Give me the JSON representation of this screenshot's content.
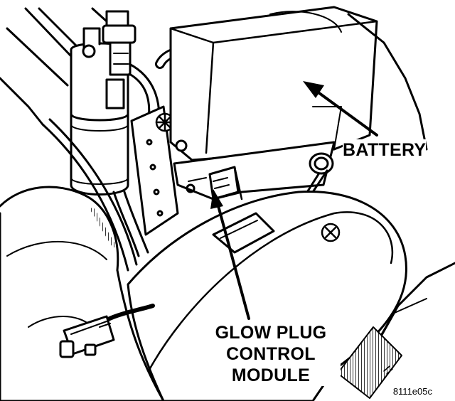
{
  "labels": {
    "battery": "BATTERY",
    "glow_plug_line1": "GLOW PLUG",
    "glow_plug_line2": "CONTROL",
    "glow_plug_line3": "MODULE"
  },
  "figure_code": "8111e05c",
  "colors": {
    "ink": "#000000",
    "paper": "#ffffff",
    "shading": "#9a9a9a"
  }
}
